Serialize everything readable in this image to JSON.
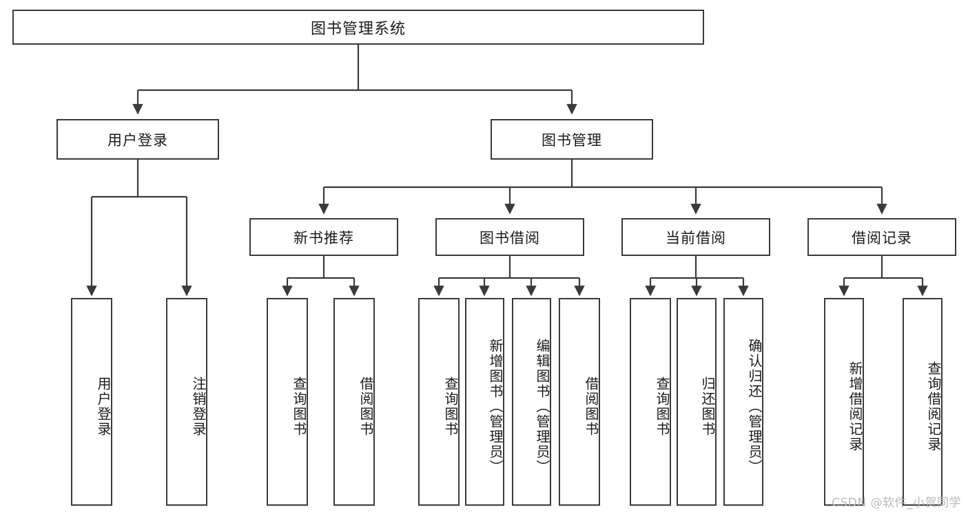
{
  "diagram": {
    "title": "图书管理系统",
    "type": "tree-hierarchy-diagram",
    "watermark": "CSDN @软件_小贺同学",
    "colors": {
      "background": "#ffffff",
      "box_border": "#3a3a3a",
      "box_fill": "#ffffff",
      "text": "#1b1b1b",
      "connector": "#3a3a3a",
      "watermark": "#b9b9b9"
    },
    "root": {
      "label": "图书管理系统"
    },
    "level2": [
      {
        "label": "用户登录"
      },
      {
        "label": "图书管理"
      }
    ],
    "level3": [
      {
        "label": "新书推荐"
      },
      {
        "label": "图书借阅"
      },
      {
        "label": "当前借阅"
      },
      {
        "label": "借阅记录"
      }
    ],
    "leaves": {
      "user_login": [
        {
          "label": "用户登录"
        },
        {
          "label": "注销登录"
        }
      ],
      "new_book_recommend": [
        {
          "label": "查询图书"
        },
        {
          "label": "借阅图书"
        }
      ],
      "book_borrow": [
        {
          "label": "查询图书"
        },
        {
          "label": "新增图书（管理员）"
        },
        {
          "label": "编辑图书（管理员）"
        },
        {
          "label": "借阅图书"
        }
      ],
      "current_borrow": [
        {
          "label": "查询图书"
        },
        {
          "label": "归还图书"
        },
        {
          "label": "确认归还（管理员）"
        }
      ],
      "borrow_records": [
        {
          "label": "新增借阅记录"
        },
        {
          "label": "查询借阅记录"
        }
      ]
    }
  }
}
